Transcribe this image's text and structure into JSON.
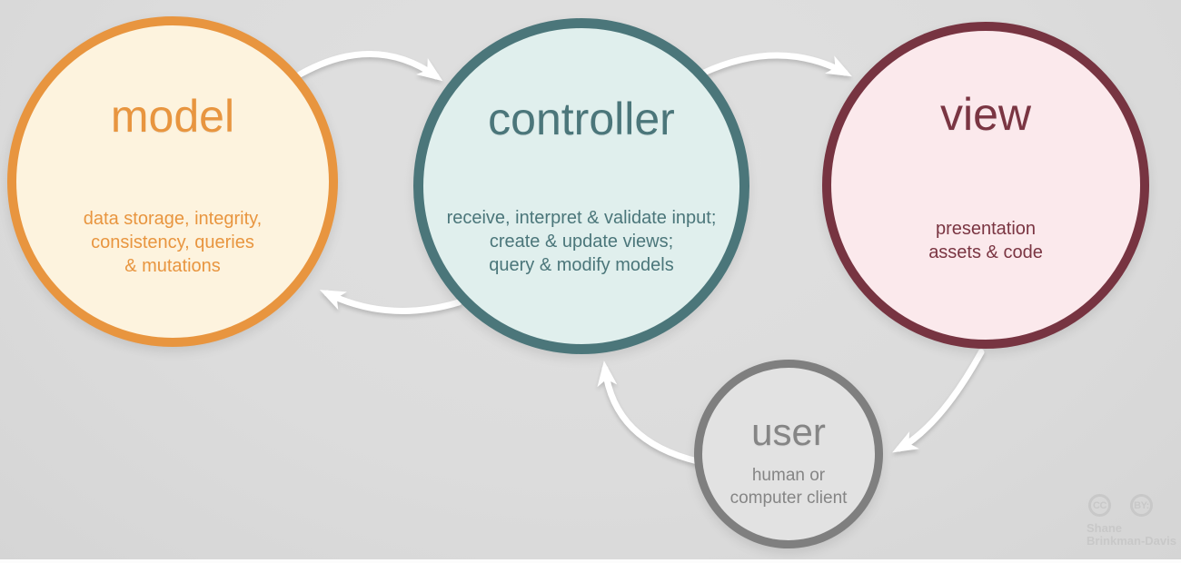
{
  "diagram": {
    "title": "model-view-controller flow diagram",
    "background_color": "#dcdcdc"
  },
  "circles": {
    "model": {
      "title": "model",
      "description": "data storage, integrity,\nconsistency, queries\n& mutations",
      "border_color": "#e8953f",
      "fill_color": "#fdf3de",
      "text_color": "#e8953f"
    },
    "controller": {
      "title": "controller",
      "description": "receive, interpret & validate input;\ncreate & update views;\nquery & modify models",
      "border_color": "#4b767a",
      "fill_color": "#e0efed",
      "text_color": "#4b767a"
    },
    "view": {
      "title": "view",
      "description": "presentation\nassets & code",
      "border_color": "#773441",
      "fill_color": "#fbe9ec",
      "text_color": "#7a3542"
    },
    "user": {
      "title": "user",
      "description": "human or\ncomputer client",
      "border_color": "#7f7f7f",
      "fill_color": "#e2e2e2",
      "text_color": "#858585"
    }
  },
  "arrows": {
    "color": "#ffffff"
  },
  "attribution": {
    "cc_label": "CC",
    "by_label": "BY:",
    "author_line1": "Shane",
    "author_line2": "Brinkman-Davis",
    "color": "#c8c8c8"
  }
}
